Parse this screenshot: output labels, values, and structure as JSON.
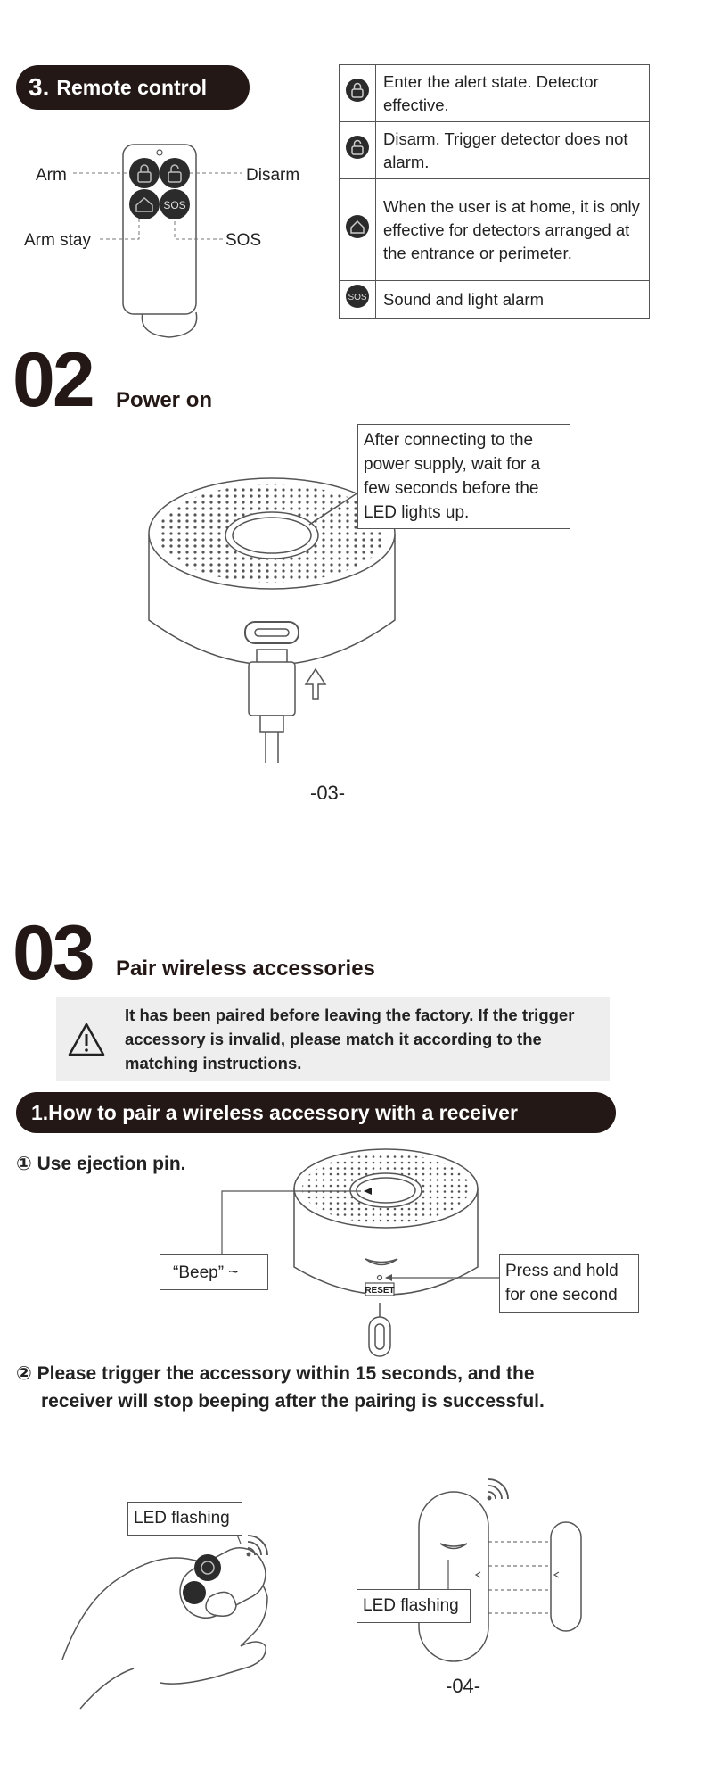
{
  "remote": {
    "heading_num": "3.",
    "heading_text": "Remote control",
    "labels": {
      "arm": "Arm",
      "disarm": "Disarm",
      "arm_stay": "Arm stay",
      "sos": "SOS"
    },
    "button_sos_text": "SOS",
    "legend": [
      {
        "icon": "lock-closed-icon",
        "text": "Enter the alert state. Detector effective."
      },
      {
        "icon": "lock-open-icon",
        "text": "Disarm. Trigger detector does not alarm."
      },
      {
        "icon": "home-icon",
        "text": "When the user is at home, it is only effective for detectors arranged at the entrance or perimeter."
      },
      {
        "icon": "sos-icon",
        "icon_text": "SOS",
        "text": "Sound and light alarm"
      }
    ]
  },
  "power": {
    "number": "02",
    "title": "Power on",
    "callout": "After connecting to the power supply, wait for a few seconds before the LED lights up."
  },
  "page_03": "-03-",
  "pair": {
    "number": "03",
    "title": "Pair wireless accessories",
    "warning": "It has been paired before leaving the factory. If the trigger accessory is invalid, please match it according to the matching instructions.",
    "subheading": "1.How to pair a wireless accessory with a receiver",
    "step1_marker": "①",
    "step1": "Use ejection pin.",
    "beep": "“Beep” ~",
    "reset_label": "RESET",
    "press_hold": "Press and hold for one second",
    "step2_marker": "②",
    "step2_line1": "Please trigger the accessory within 15 seconds, and the",
    "step2_line2": "receiver will stop beeping after the pairing is successful.",
    "led_flashing_1": "LED flashing",
    "led_flashing_2": "LED flashing"
  },
  "page_04": "-04-"
}
